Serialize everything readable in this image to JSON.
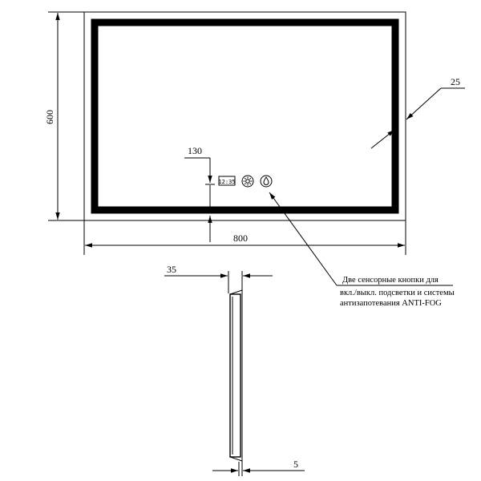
{
  "dimensions": {
    "height": "600",
    "width": "800",
    "led_inset": "25",
    "button_offset": "130",
    "depth": "35",
    "glass": "5"
  },
  "note": {
    "line1": "Две сенсорные кнопки для",
    "line2": "вкл./выкл. подсветки и системы",
    "line3": "антизапотевания ANTI-FOG"
  },
  "display": {
    "clock": "12:35"
  },
  "icons": {
    "light_button": "sun-icon",
    "antifog_button": "droplet-icon"
  }
}
